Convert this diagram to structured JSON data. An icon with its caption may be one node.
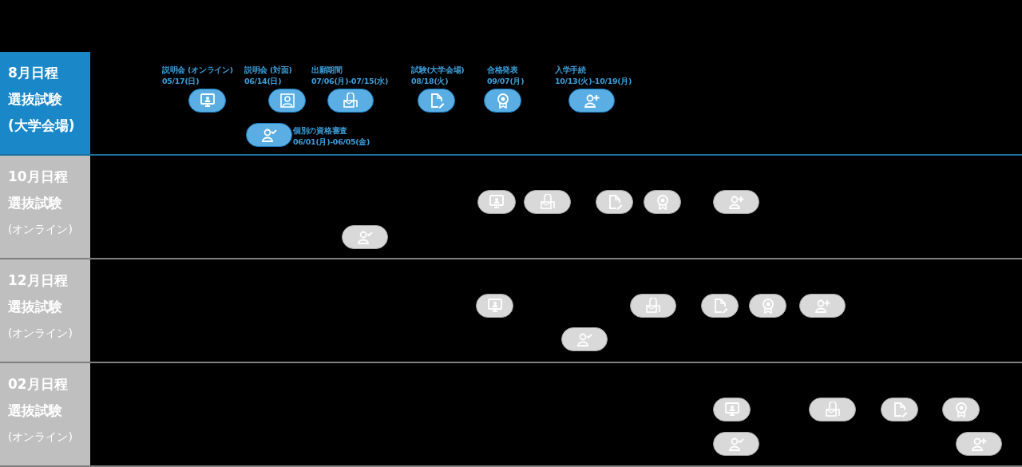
{
  "diagram": {
    "nodes": [
      {
        "text": [
          "8月日程",
          "選抜試験",
          "(大学会場)"
        ]
      },
      {
        "text": [
          "説明会 (オンライン)",
          "05/17(日)"
        ]
      },
      {
        "text": [
          "説明会 (対面)",
          "06/14(日)"
        ]
      },
      {
        "text": [
          "出願期間",
          "07/06(月)-07/15(水)"
        ]
      },
      {
        "text": [
          "試験(大学会場)",
          "08/18(火)"
        ]
      },
      {
        "text": [
          "合格発表",
          "09/07(月)"
        ]
      },
      {
        "text": [
          "入学手続",
          "10/13(火)-10/19(月)"
        ]
      },
      {
        "text": [
          "個別の資格審査",
          "06/01(月)-06/05(金)"
        ]
      },
      {
        "text": [
          "10月日程",
          "選抜試験",
          "(オンライン)"
        ]
      },
      {
        "text": [],
        "shape": "box"
      },
      {
        "text": [],
        "shape": "box"
      },
      {
        "text": [],
        "shape": "box"
      },
      {
        "text": [],
        "shape": "box"
      },
      {
        "text": [],
        "shape": "box"
      },
      {
        "text": [],
        "shape": "box"
      },
      {
        "text": [
          "12月日程",
          "選抜試験",
          "(オンライン)"
        ]
      },
      {
        "text": [],
        "shape": "box"
      },
      {
        "text": [],
        "shape": "box"
      },
      {
        "text": [],
        "shape": "box"
      },
      {
        "text": [],
        "shape": "box"
      },
      {
        "text": [],
        "shape": "box"
      },
      {
        "text": [],
        "shape": "box"
      },
      {
        "text": [
          "02月日程",
          "選抜試験",
          "(オンライン)"
        ]
      },
      {
        "text": [],
        "shape": "box"
      },
      {
        "text": [],
        "shape": "box"
      },
      {
        "text": [],
        "shape": "box"
      },
      {
        "text": [],
        "shape": "box"
      },
      {
        "text": [],
        "shape": "box"
      },
      {
        "text": [],
        "shape": "box"
      }
    ],
    "edges": []
  }
}
